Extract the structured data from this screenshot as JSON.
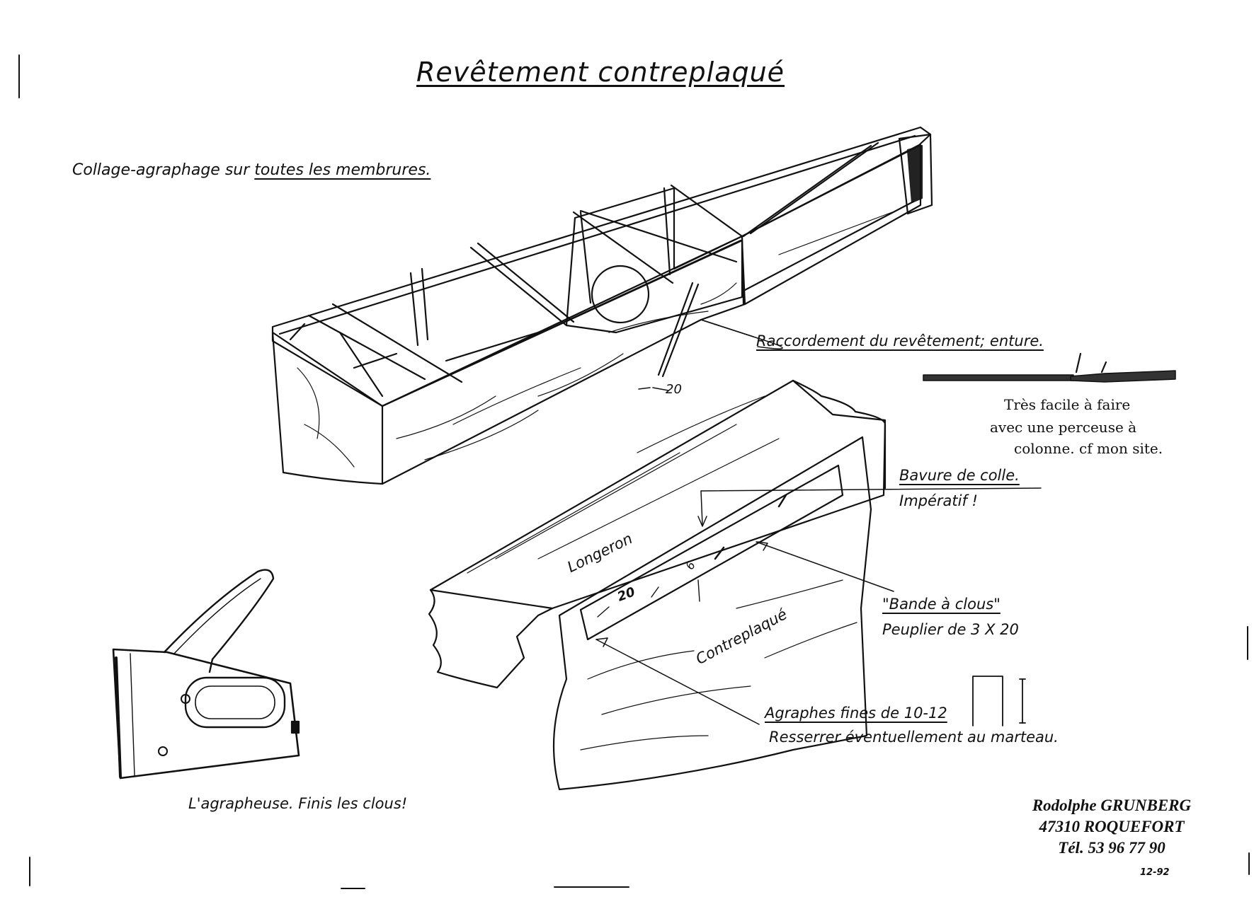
{
  "title": "Revêtement contreplaqué",
  "subtitle_prefix": "Collage-agraphage sur",
  "subtitle_emphasis": "toutes les membrures.",
  "labels": {
    "raccordement": "Raccordement du revêtement; enture.",
    "note_line1": "Très facile à faire",
    "note_line2": "avec une perceuse à",
    "note_line3": "colonne. cf mon site.",
    "bavure": "Bavure de colle.",
    "imperatif": "Impératif !",
    "longeron": "Longeron",
    "contreplaque": "Contreplaqué",
    "bande": "\"Bande à clous\"",
    "peuplier": "Peuplier de  3 X 20",
    "agraphes": "Agraphes fines de 10-12",
    "resserrer": "Resserrer éventuellement au marteau.",
    "agrapheuse": "L'agrapheuse.  Finis les clous!",
    "dim_20_hull": "20",
    "dim_20_strip": "20",
    "dim_6": "6"
  },
  "signature": {
    "name": "Rodolphe GRUNBERG",
    "address": "47310 ROQUEFORT",
    "phone": "Tél. 53 96 77 90",
    "date": "12-92"
  }
}
